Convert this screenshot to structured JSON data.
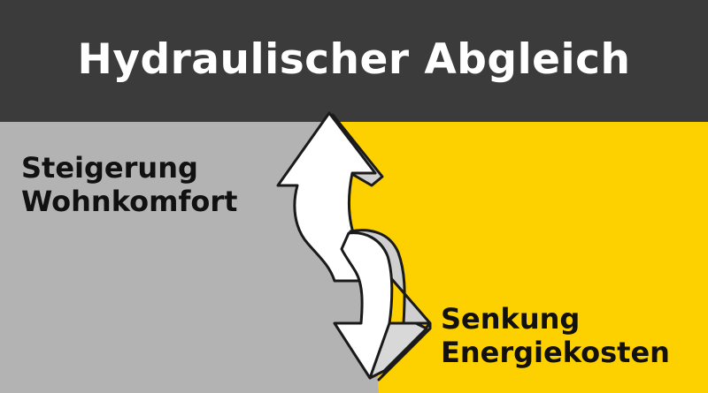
{
  "header": {
    "title": "Hydraulischer Abgleich"
  },
  "left_label": {
    "line1": "Steigerung",
    "line2": "Wohnkomfort"
  },
  "right_label": {
    "line1": "Senkung",
    "line2": "Energiekosten"
  },
  "colors": {
    "header_bg": "#3b3b3b",
    "left_bg": "#b3b3b3",
    "right_bg": "#fdd000",
    "arrow_fill": "#ffffff",
    "arrow_shadow": "#cfcfcf",
    "text_dark": "#111111",
    "text_light": "#ffffff"
  },
  "icons": {
    "up_arrow": "up-arrow-icon",
    "down_arrow": "down-arrow-icon"
  }
}
